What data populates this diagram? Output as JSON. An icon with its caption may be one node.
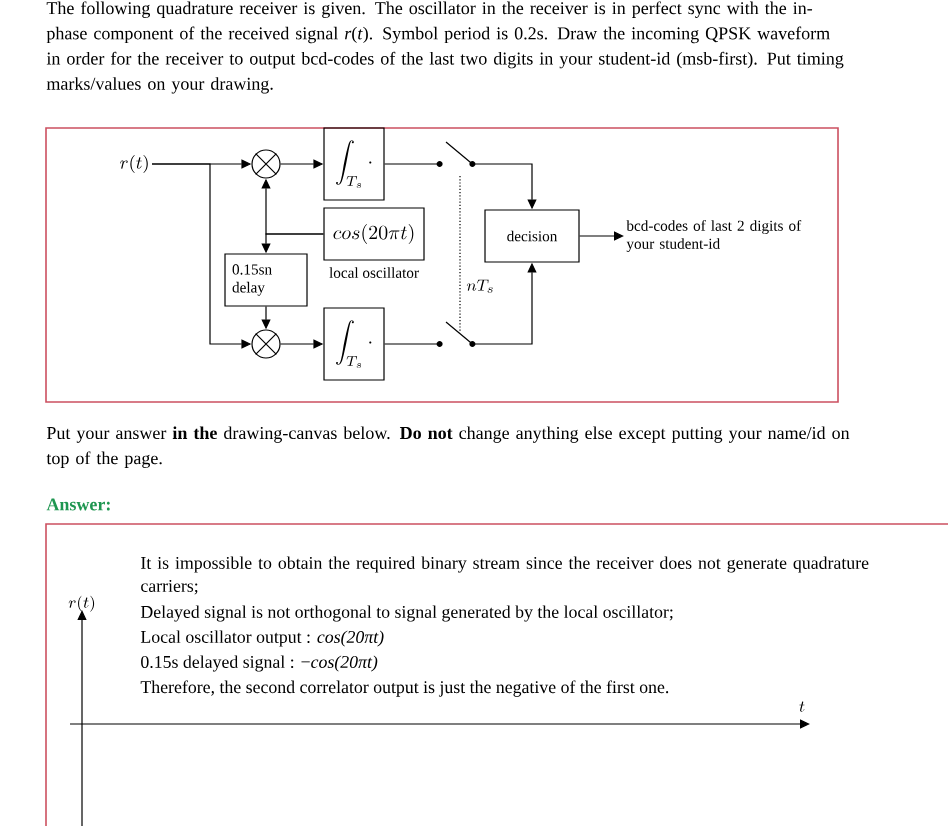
{
  "diagram": {
    "nodes": [
      {
        "text": [
          "r(t)"
        ]
      },
      {
        "text": [],
        "shape": "circle"
      },
      {
        "text": [
          "\\int_{T_s}\\cdot"
        ]
      },
      {
        "text": [],
        "shape": "switch"
      },
      {
        "text": [
          "cos(20\\pi t)"
        ],
        "beside": [
          "local oscillator"
        ]
      },
      {
        "text": [
          "0.15sn delay"
        ]
      },
      {
        "text": [
          "decision"
        ]
      },
      {
        "text": [
          "bcd-codes of last 2 digits of your student-id"
        ]
      },
      {
        "text": [],
        "shape": "circle"
      },
      {
        "text": [
          "\\int_{T_s}\\cdot"
        ]
      },
      {
        "text": [],
        "shape": "switch"
      }
    ],
    "edges": [
      {
        "from": 0,
        "to": 1,
        "arrow": "to"
      },
      {
        "from": 0,
        "to": 8,
        "arrow": "to"
      },
      {
        "from": 1,
        "to": 2,
        "arrow": "to"
      },
      {
        "from": 2,
        "to": 3,
        "arrow": "none"
      },
      {
        "from": 3,
        "to": 6,
        "arrow": "to"
      },
      {
        "from": 4,
        "to": 1,
        "arrow": "to"
      },
      {
        "from": 4,
        "to": 5,
        "arrow": "to"
      },
      {
        "from": 5,
        "to": 8,
        "arrow": "to"
      },
      {
        "from": 8,
        "to": 9,
        "arrow": "to"
      },
      {
        "from": 9,
        "to": 10,
        "arrow": "none"
      },
      {
        "from": 10,
        "to": 6,
        "arrow": "to"
      },
      {
        "from": 6,
        "to": 7,
        "arrow": "to"
      },
      {
        "from": 3,
        "to": 10,
        "arrow": "none",
        "style": "dashed"
      }
    ],
    "labels": [
      "The following quadrature receiver is given. The oscillator in the receiver is in perfect sync with the in-phase component of the received signal *r*(*t*). Symbol period is 0.2s. Draw the incoming QPSK waveform in order for the receiver to output bcd-codes of the last two digits in your student-id (msb-first). Put timing marks/values on your drawing.",
      "nT_s",
      "Put your answer **in the** drawing-canvas below. **Do not** change anything else except putting your name/id on top of the page.",
      "Answer:",
      "It is impossible to obtain the required binary stream since the receiver does not generate quadrature carriers;",
      "Delayed signal is not orthogonal to signal generated by the local oscillator;",
      "Local oscillator output : *cos(20πt)*",
      "0.15s delayed signal : −*cos(20πt)*",
      "Therefore, the second correlator output is just the negative of the first one.",
      "r(t)",
      "t"
    ]
  }
}
